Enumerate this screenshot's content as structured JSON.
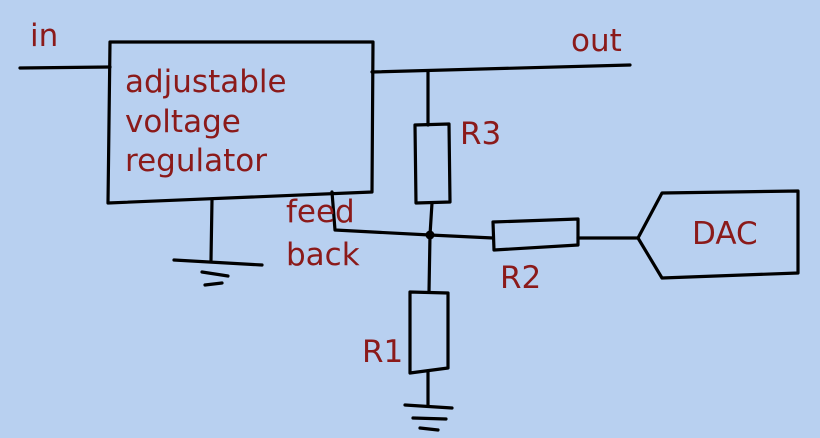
{
  "labels": {
    "input": "in",
    "output": "out",
    "regulator_line1": "adjustable",
    "regulator_line2": "voltage",
    "regulator_line3": "regulator",
    "feedback_line1": "feed",
    "feedback_line2": "back",
    "r3": "R3",
    "r2": "R2",
    "r1": "R1",
    "dac": "DAC"
  },
  "colors": {
    "background": "#b8d0f0",
    "wire": "#000000",
    "label": "#8b1a1a"
  }
}
